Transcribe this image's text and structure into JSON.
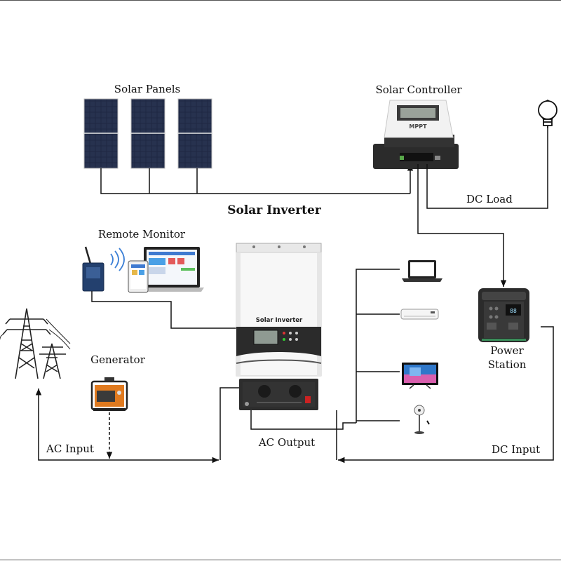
{
  "labels": {
    "solar_panels": "Solar Panels",
    "solar_controller": "Solar Controller",
    "solar_inverter": "Solar Inverter",
    "remote_monitor": "Remote Monitor",
    "generator": "Generator",
    "power_station_line1": "Power",
    "power_station_line2": "Station",
    "dc_load": "DC Load",
    "ac_input": "AC Input",
    "ac_output": "AC Output",
    "dc_input": "DC Input"
  },
  "device_text": {
    "controller_brand": "MPPT",
    "inverter_logo": "Solar Inverter"
  },
  "colors": {
    "line": "#111111",
    "panel_cell": "#1c2540",
    "device_dark": "#2b2b2b",
    "device_light": "#f2f2f2",
    "generator_orange": "#e07a1f",
    "tv_blue": "#2f77c9"
  }
}
